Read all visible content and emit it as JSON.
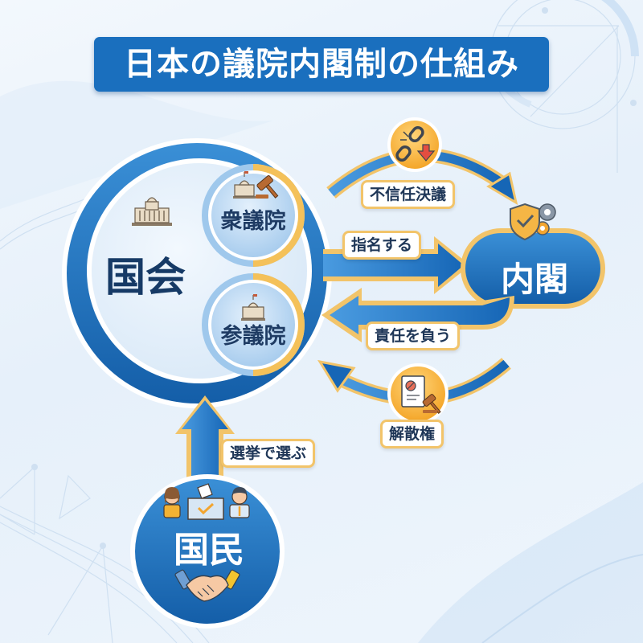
{
  "title": "日本の議院内閣制の仕組み",
  "nodes": {
    "kokkai": {
      "label": "国会",
      "icon": "diet-building-icon"
    },
    "shugiin": {
      "label": "衆議院",
      "icon": "diet-building-gavel-icon"
    },
    "sangiin": {
      "label": "参議院",
      "icon": "diet-building-icon"
    },
    "naikaku": {
      "label": "内閣",
      "icon": "shield-check-gears-icon"
    },
    "kokumin": {
      "label": "国民",
      "icons": [
        "voters-ballot-box-icon",
        "handshake-icon"
      ]
    }
  },
  "edges": [
    {
      "from": "国会",
      "to": "内閣",
      "label": "不信任決議",
      "icon": "broken-chain-icon"
    },
    {
      "from": "国会",
      "to": "内閣",
      "label": "指名する"
    },
    {
      "from": "内閣",
      "to": "国会",
      "label": "責任を負う"
    },
    {
      "from": "内閣",
      "to": "国会",
      "label": "解散権",
      "icon": "document-gavel-icon"
    },
    {
      "from": "国民",
      "to": "国会",
      "label": "選挙で選ぶ"
    }
  ],
  "colors": {
    "primary_blue": "#1a6fbe",
    "dark_blue_text": "#163a66",
    "accent_gold": "#f2c46a",
    "background": "#eaf2fb"
  }
}
